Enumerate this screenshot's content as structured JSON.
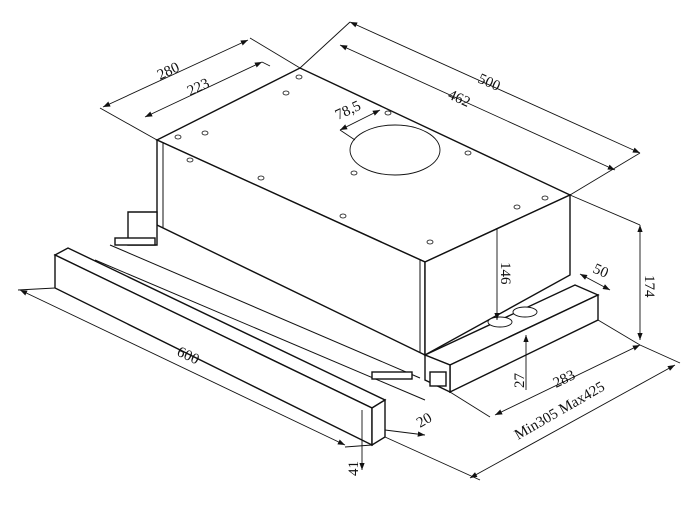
{
  "dimensions": {
    "depth_outer": "280",
    "depth_inner": "223",
    "outlet_offset": "78,5",
    "width_outer": "500",
    "width_inner": "462",
    "body_height": "146",
    "total_height": "174",
    "module_depth": "50",
    "module_width": "283",
    "module_height": "27",
    "front_width": "600",
    "front_thickness": "20",
    "front_height": "41",
    "extension_range": "Min305 Max425"
  }
}
